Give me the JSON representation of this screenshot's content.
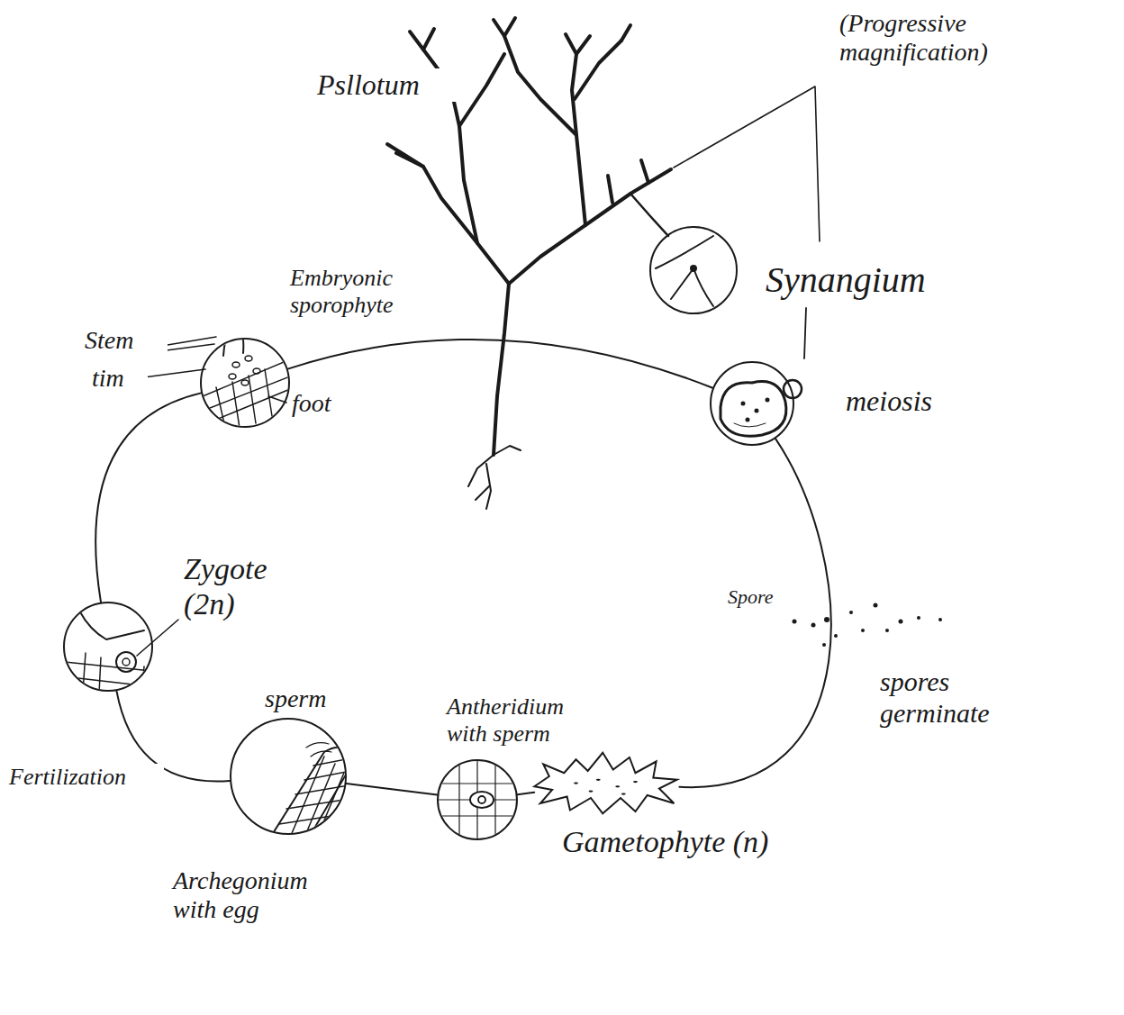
{
  "diagram": {
    "nodes": [
      {
        "text": [
          "Embryonic sporophyte"
        ]
      },
      {
        "text": [
          "meiosis"
        ]
      },
      {
        "text": [
          "Antheridium with sperm"
        ]
      },
      {
        "text": [
          "Gametophyte (n)"
        ]
      },
      {
        "text": [
          "sperm",
          "Archegonium with egg"
        ]
      },
      {
        "text": [
          "Zygote (2n)"
        ]
      }
    ],
    "edges": [
      {
        "from": 0,
        "to": 1,
        "arrow": "none"
      },
      {
        "from": 1,
        "to": 3,
        "arrow": "none"
      },
      {
        "from": 3,
        "to": 2,
        "arrow": "none"
      },
      {
        "from": 2,
        "to": 4,
        "arrow": "none"
      },
      {
        "from": 4,
        "to": 5,
        "arrow": "none"
      },
      {
        "from": 5,
        "to": 0,
        "arrow": "none"
      }
    ],
    "labels": [
      "Psllotum",
      "(Progressive magnification)",
      "Synangium",
      "Stem",
      "tim",
      "foot",
      "Spore",
      "spores germinate",
      "Fertilization"
    ]
  }
}
